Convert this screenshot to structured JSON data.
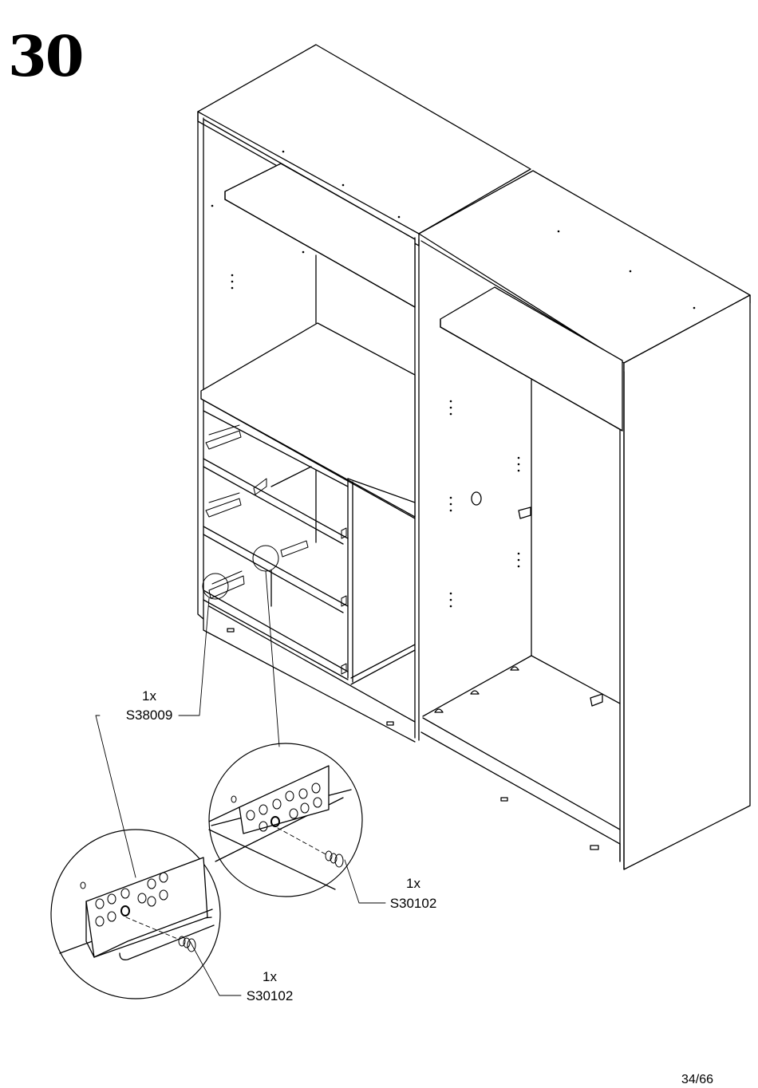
{
  "step": {
    "number": "30"
  },
  "page": {
    "number": "34/66"
  },
  "callouts": [
    {
      "qty": "1x",
      "part": "S38009"
    },
    {
      "qty": "1x",
      "part": "S30102"
    },
    {
      "qty": "1x",
      "part": "S30102"
    }
  ]
}
